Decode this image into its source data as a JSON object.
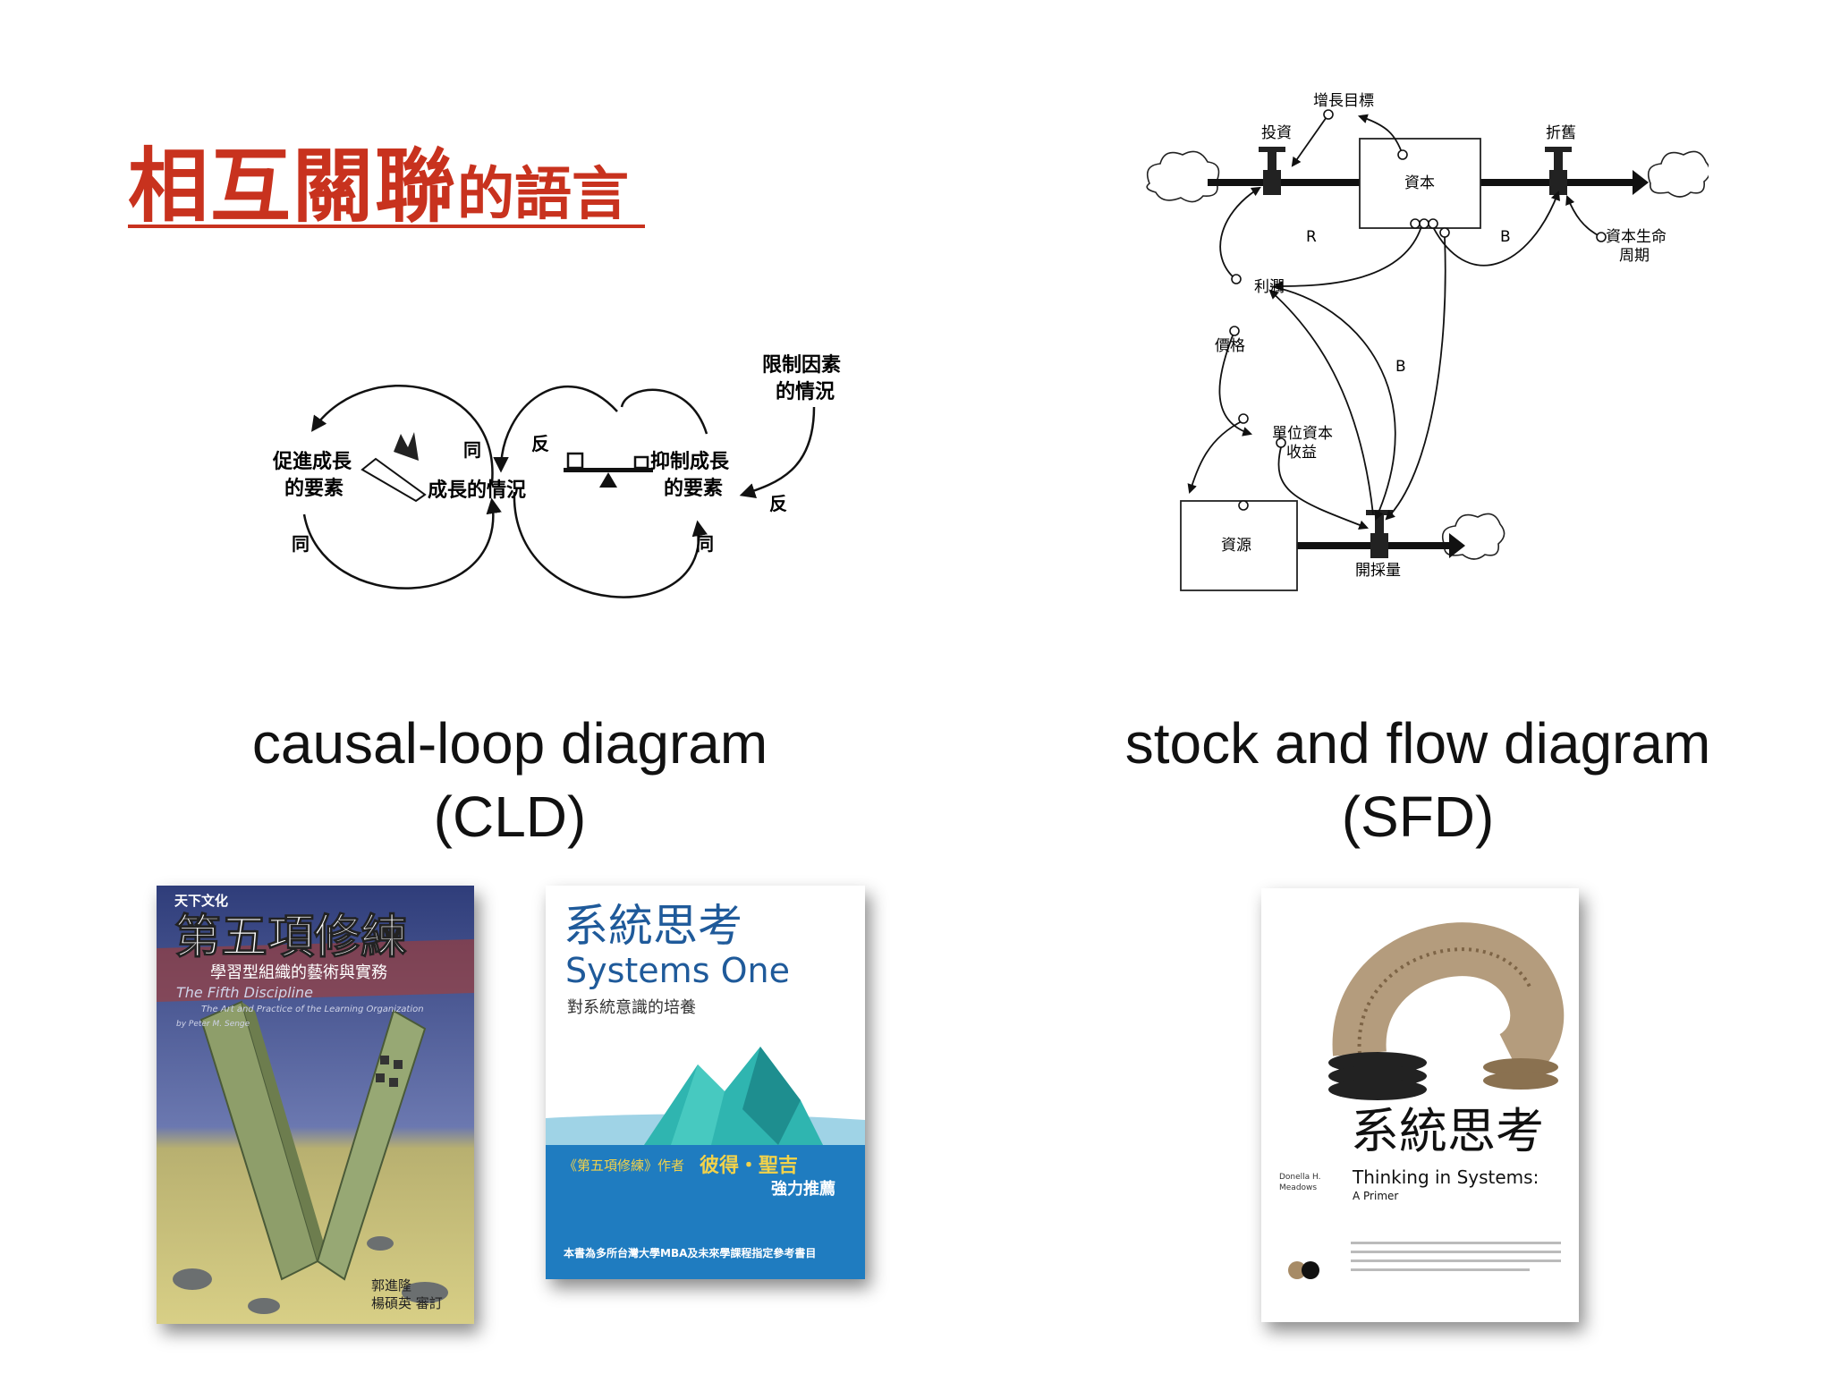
{
  "title": {
    "main": "相互關聯",
    "suffix": "的語言"
  },
  "cld": {
    "caption_line1": "causal-loop diagram",
    "caption_line2": "(CLD)",
    "labels": {
      "promote_1": "促進成長",
      "promote_2": "的要素",
      "growth": "成長的情況",
      "restrain_1": "抑制成長",
      "restrain_2": "的要素",
      "limit_1": "限制因素",
      "limit_2": "的情況",
      "same_1": "同",
      "same_2": "同",
      "same_3": "同",
      "opposite_1": "反",
      "opposite_2": "反"
    }
  },
  "sfd": {
    "caption_line1": "stock and flow diagram",
    "caption_line2": "(SFD)",
    "labels": {
      "growth_goal": "增長目標",
      "investment": "投資",
      "capital": "資本",
      "depreciation": "折舊",
      "capital_life_1": "資本生命",
      "capital_life_2": "周期",
      "loop_r": "R",
      "loop_b1": "B",
      "loop_b2": "B",
      "profit": "利潤",
      "price": "價格",
      "unit_return_1": "單位資本",
      "unit_return_2": "收益",
      "resources": "資源",
      "extraction": "開採量"
    }
  },
  "books": {
    "fifth": {
      "publisher": "天下文化",
      "title": "第五項修練",
      "subtitle": "學習型組織的藝術與實務",
      "en_title": "The Fifth Discipline",
      "en_subtitle": "The Art and Practice of the Learning Organization",
      "author": "by Peter M. Senge",
      "reviewer_1": "郭進隆",
      "reviewer_2": "楊碩英 審訂",
      "colors": {
        "title": "#ffffff",
        "sky": "#3a4a8c",
        "sand": "#d8cf86"
      }
    },
    "one": {
      "title": "系統思考",
      "en_title": "Systems One",
      "subtitle": "對系統意識的培養",
      "endorse_1": "《第五項修練》作者",
      "endorse_2": "彼得・聖吉",
      "endorse_3": "強力推薦",
      "footer": "本書為多所台灣大學MBA及未來學課程指定參考書目",
      "colors": {
        "band": "#1f7cc0",
        "iceberg": "#2fb5b0"
      }
    },
    "thinking": {
      "title": "系統思考",
      "en_title": "Thinking in Systems:",
      "en_subtitle": "A Primer",
      "author_1": "Donella H.",
      "author_2": "Meadows",
      "colors": {
        "spring": "#a78b66"
      }
    }
  }
}
